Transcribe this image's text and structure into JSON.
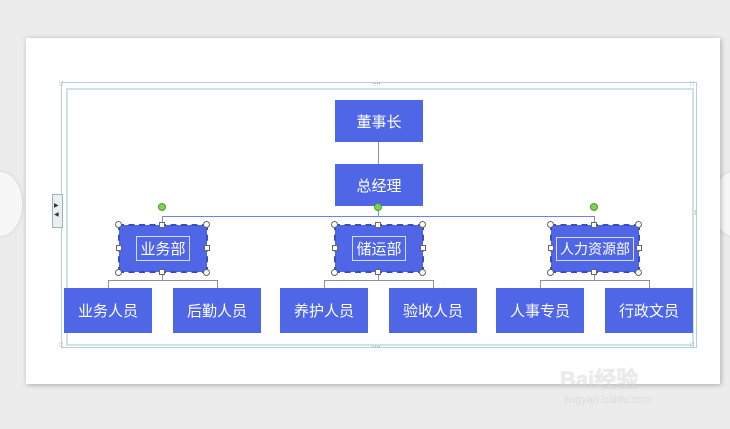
{
  "org_chart": {
    "chairman": "董事长",
    "general_manager": "总经理",
    "departments": [
      {
        "name": "业务部",
        "staff": [
          "业务人员",
          "后勤人员"
        ]
      },
      {
        "name": "储运部",
        "staff": [
          "养护人员",
          "验收人员"
        ]
      },
      {
        "name": "人力资源部",
        "staff": [
          "人事专员",
          "行政文员"
        ]
      }
    ]
  },
  "watermark": {
    "brand": "Bai经验",
    "url": "jingyan.baidu.com"
  },
  "colors": {
    "node_fill": "#4f67e6",
    "rotation_handle": "#7ed24f",
    "frame_border": "#b7d0d6"
  }
}
